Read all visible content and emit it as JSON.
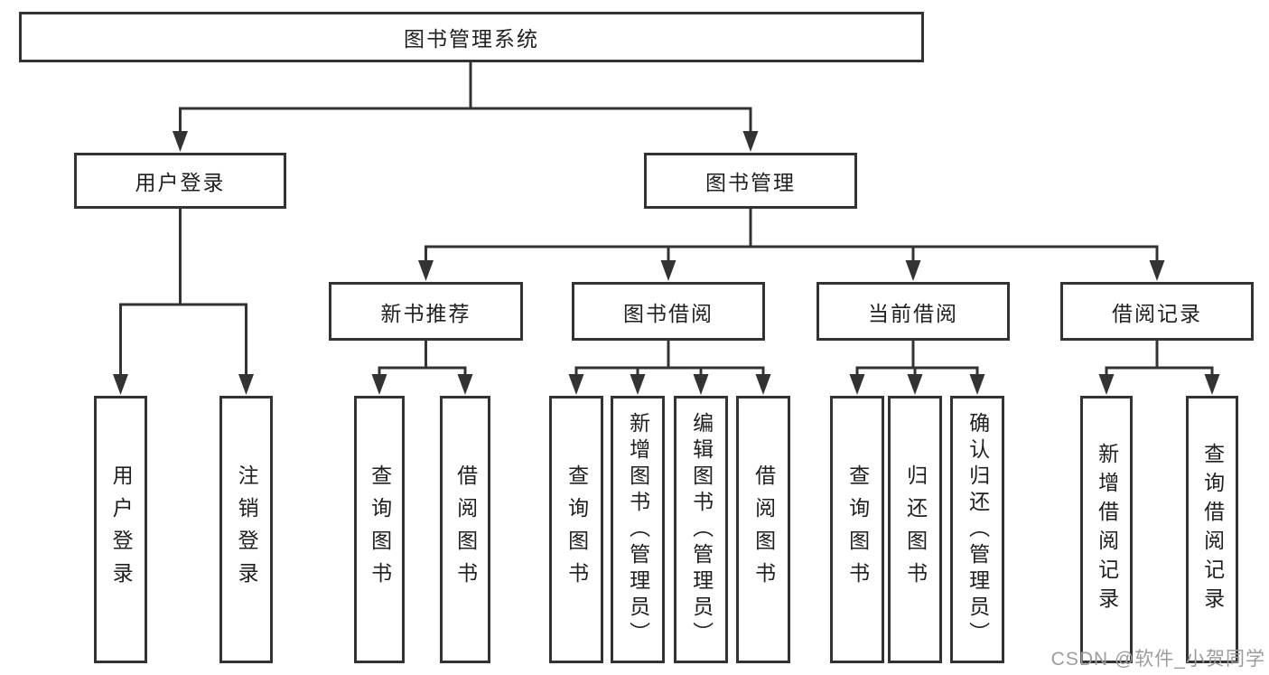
{
  "diagram": {
    "nodes": {
      "root": "图书管理系统",
      "user_login": "用户登录",
      "book_management": "图书管理",
      "new_book_recommend": "新书推荐",
      "book_borrowing": "图书借阅",
      "current_borrowing": "当前借阅",
      "borrowing_records": "借阅记录",
      "leaf_user_login": "用户登录",
      "leaf_logout": "注销登录",
      "rec_query_books": "查询图书",
      "rec_borrow_books": "借阅图书",
      "bb_query_books": "查询图书",
      "bb_add_books_admin": "新增图书（管理员）",
      "bb_edit_books_admin": "编辑图书（管理员）",
      "bb_borrow_books": "借阅图书",
      "cb_query_books": "查询图书",
      "cb_return_books": "归还图书",
      "cb_confirm_return_admin": "确认归还（管理员）",
      "br_add_record": "新增借阅记录",
      "br_query_record": "查询借阅记录"
    },
    "hierarchy": {
      "图书管理系统": {
        "用户登录": [
          "用户登录",
          "注销登录"
        ],
        "图书管理": {
          "新书推荐": [
            "查询图书",
            "借阅图书"
          ],
          "图书借阅": [
            "查询图书",
            "新增图书（管理员）",
            "编辑图书（管理员）",
            "借阅图书"
          ],
          "当前借阅": [
            "查询图书",
            "归还图书",
            "确认归还（管理员）"
          ],
          "借阅记录": [
            "新增借阅记录",
            "查询借阅记录"
          ]
        }
      }
    },
    "watermark": "CSDN @软件_小贺同学",
    "colors": {
      "line": "#333333",
      "text": "#202020",
      "watermark": "#9c9c9c",
      "background": "#ffffff"
    }
  }
}
